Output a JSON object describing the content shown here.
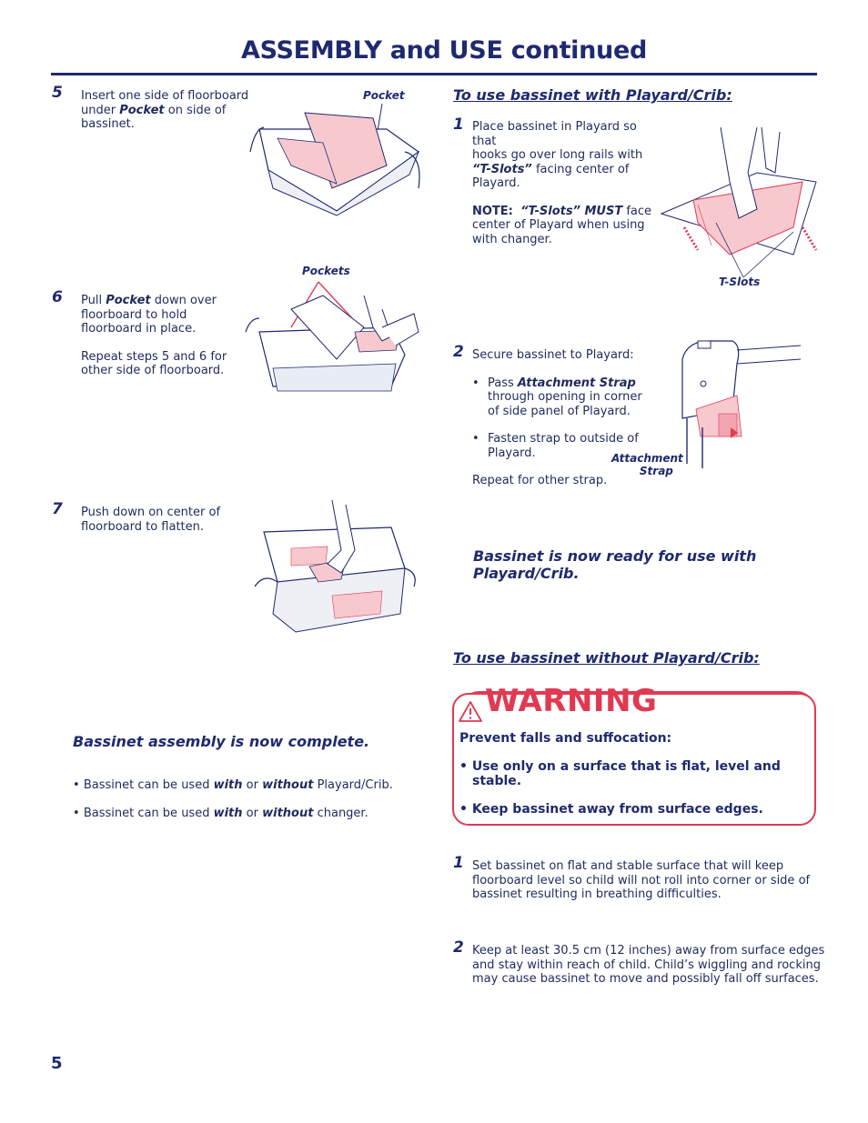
{
  "header": {
    "title": "ASSEMBLY and USE continued"
  },
  "left": {
    "step5": {
      "num": "5",
      "text_a": "Insert one side of floorboard",
      "text_b": "under ",
      "text_b_em": "Pocket",
      "text_b_end": " on side of",
      "text_c": "bassinet.",
      "label": "Pocket"
    },
    "step6": {
      "num": "6",
      "text_a": "Pull ",
      "text_a_em": "Pocket",
      "text_a_end": " down over",
      "text_b": "floorboard to hold",
      "text_c": "floorboard in place.",
      "text_d": "Repeat steps 5 and 6 for",
      "text_e": "other side of floorboard.",
      "label": "Pockets"
    },
    "step7": {
      "num": "7",
      "text_a": "Push down on center of",
      "text_b": "floorboard to flatten."
    },
    "complete": {
      "heading": "Bassinet assembly is now complete.",
      "bullet1": {
        "a": "Bassinet can be used ",
        "b": "with",
        "c": " or ",
        "d": "without",
        "e": " Playard/Crib."
      },
      "bullet2": {
        "a": "Bassinet can be used ",
        "b": "with",
        "c": " or ",
        "d": "without",
        "e": " changer."
      }
    }
  },
  "right": {
    "with_heading": "To use bassinet with Playard/Crib:",
    "step1": {
      "num": "1",
      "text_a": "Place bassinet in Playard so that",
      "text_b": "hooks go over long rails with",
      "text_c_em": "“T-Slots”",
      "text_c_end": " facing center of",
      "text_d": "Playard.",
      "note_label": "NOTE:",
      "note_em": "“T-Slots” MUST",
      "note_end": " face",
      "note_b": "center of Playard when using",
      "note_c": "with changer.",
      "label": "T-Slots"
    },
    "step2": {
      "num": "2",
      "text_a": "Secure bassinet to Playard:",
      "b1_a": "Pass ",
      "b1_em": "Attachment Strap",
      "b1_b": "through opening in corner",
      "b1_c": "of side panel of Playard.",
      "b2_a": "Fasten strap to outside of",
      "b2_b": "Playard.",
      "text_repeat": "Repeat for other strap.",
      "label_a": "Attachment",
      "label_b": "Strap"
    },
    "ready": {
      "line1": "Bassinet is now ready for use with",
      "line2": "Playard/Crib."
    },
    "without_heading": "To use bassinet without Playard/Crib:",
    "warning": {
      "title": "WARNING",
      "line1": "Prevent falls and suffocation:",
      "b1_a": "• Use only on a surface that is flat, level and",
      "b1_b": "stable.",
      "b2": "• Keep bassinet away from surface edges."
    },
    "w_step1": {
      "num": "1",
      "a": "Set bassinet on flat and stable surface that will keep",
      "b": "floorboard level so child will not roll into corner or side of",
      "c": "bassinet resulting in breathing difficulties."
    },
    "w_step2": {
      "num": "2",
      "a": "Keep at least 30.5 cm (12 inches) away from surface edges",
      "b": "and stay within reach of child.  Child’s wiggling and rocking",
      "c": "may cause bassinet to move and possibly fall off surfaces."
    }
  },
  "footer": {
    "page": "5"
  },
  "colors": {
    "navy": "#1f2a6e",
    "warning_red": "#e03a52",
    "pink_fill": "#f7c9cf"
  }
}
